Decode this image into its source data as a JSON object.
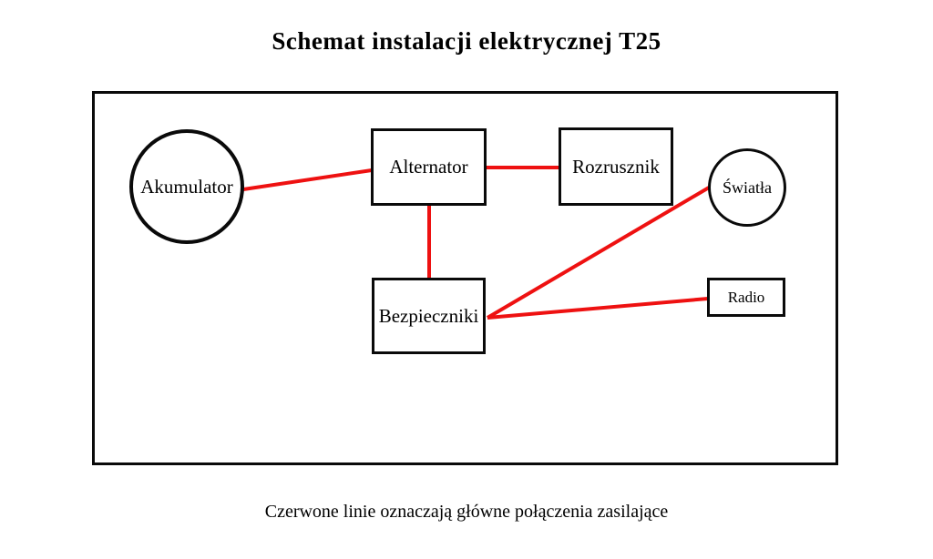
{
  "title": "Schemat instalacji elektrycznej T25",
  "caption": "Czerwone linie oznaczają główne połączenia zasilające",
  "colors": {
    "line": "#ee1111",
    "shape_border": "#0a0a0a",
    "background": "#ffffff"
  },
  "diagram": {
    "nodes": [
      {
        "id": "akumulator",
        "label": "Akumulator",
        "shape": "circle"
      },
      {
        "id": "alternator",
        "label": "Alternator",
        "shape": "rect"
      },
      {
        "id": "rozrusznik",
        "label": "Rozrusznik",
        "shape": "rect"
      },
      {
        "id": "swiatla",
        "label": "Światła",
        "shape": "circle"
      },
      {
        "id": "bezpieczniki",
        "label": "Bezpieczniki",
        "shape": "rect"
      },
      {
        "id": "radio",
        "label": "Radio",
        "shape": "rect"
      }
    ],
    "connections": [
      {
        "from": "akumulator",
        "to": "alternator"
      },
      {
        "from": "alternator",
        "to": "rozrusznik"
      },
      {
        "from": "alternator",
        "to": "bezpieczniki"
      },
      {
        "from": "bezpieczniki",
        "to": "swiatla"
      },
      {
        "from": "bezpieczniki",
        "to": "radio"
      }
    ]
  }
}
